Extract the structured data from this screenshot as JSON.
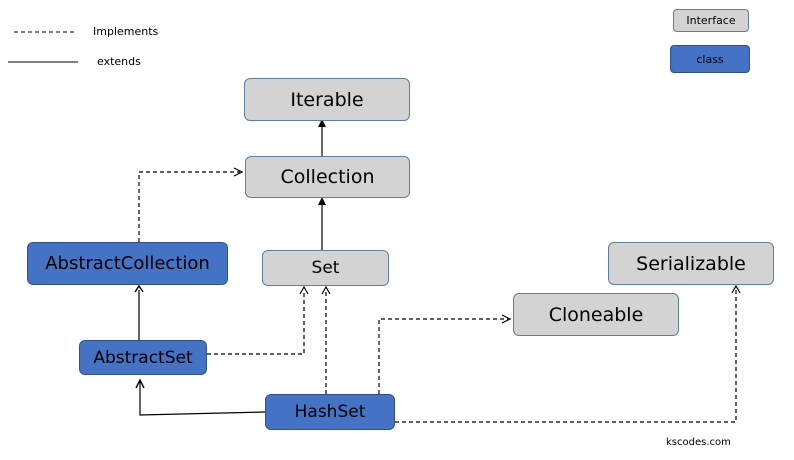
{
  "legend": {
    "implements_label": "Implements",
    "extends_label": "extends",
    "interface_label": "Interface",
    "class_label": "class"
  },
  "nodes": {
    "iterable": "Iterable",
    "collection": "Collection",
    "set": "Set",
    "abstract_collection": "AbstractCollection",
    "abstract_set": "AbstractSet",
    "hash_set": "HashSet",
    "cloneable": "Cloneable",
    "serializable": "Serializable"
  },
  "watermark": "kscodes.com",
  "colors": {
    "interface_fill": "#d3d3d3",
    "class_fill": "#4472c4",
    "line": "#000000"
  }
}
